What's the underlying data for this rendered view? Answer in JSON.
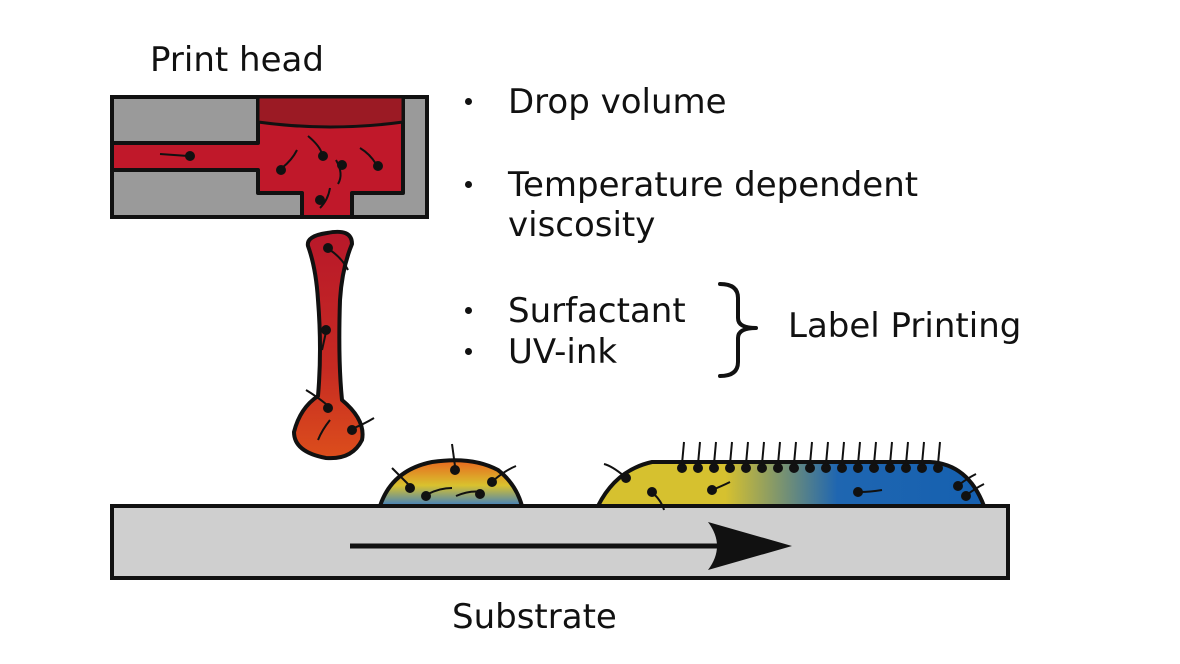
{
  "labels": {
    "print_head": "Print head",
    "substrate": "Substrate",
    "label_printing": "Label Printing"
  },
  "bullets": [
    {
      "line1": "Drop volume",
      "line2": ""
    },
    {
      "line1": "Temperature dependent",
      "line2": "viscosity"
    },
    {
      "line1": "Surfactant",
      "line2": ""
    },
    {
      "line1": "UV-ink",
      "line2": ""
    }
  ],
  "colors": {
    "ink_red": "#c0182a",
    "ink_dark_red": "#9b1a24",
    "head_gray": "#9a9a9a",
    "substrate_gray": "#cfcfcf",
    "drop_orange": "#d9481c",
    "yellow": "#d9c22e",
    "blue": "#1560b0",
    "outline": "#111111"
  },
  "icons": {
    "bracket": "right-curly-brace-icon",
    "arrow": "right-arrow-icon"
  }
}
